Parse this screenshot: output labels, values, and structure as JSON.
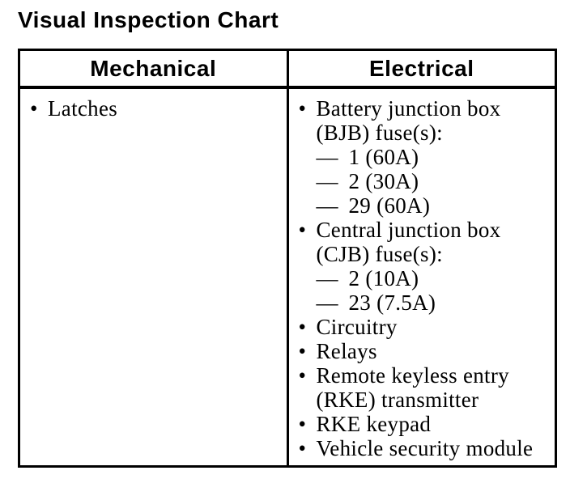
{
  "title": "Visual Inspection Chart",
  "colors": {
    "ink": "#000000",
    "paper": "#ffffff"
  },
  "table": {
    "columns": [
      {
        "header": "Mechanical",
        "items": [
          {
            "marker": "•",
            "type": "bullet",
            "text": "Latches"
          }
        ]
      },
      {
        "header": "Electrical",
        "items": [
          {
            "marker": "•",
            "type": "bullet",
            "text": "Battery junction box (BJB) fuse(s):"
          },
          {
            "marker": "—",
            "type": "dash",
            "text": "1 (60A)"
          },
          {
            "marker": "—",
            "type": "dash",
            "text": "2 (30A)"
          },
          {
            "marker": "—",
            "type": "dash",
            "text": "29 (60A)"
          },
          {
            "marker": "•",
            "type": "bullet",
            "text": "Central junction box (CJB) fuse(s):"
          },
          {
            "marker": "—",
            "type": "dash",
            "text": "2 (10A)"
          },
          {
            "marker": "—",
            "type": "dash",
            "text": "23 (7.5A)"
          },
          {
            "marker": "•",
            "type": "bullet",
            "text": "Circuitry"
          },
          {
            "marker": "•",
            "type": "bullet",
            "text": "Relays"
          },
          {
            "marker": "•",
            "type": "bullet",
            "text": "Remote keyless entry (RKE) transmitter"
          },
          {
            "marker": "•",
            "type": "bullet",
            "text": "RKE keypad"
          },
          {
            "marker": "•",
            "type": "bullet",
            "text": "Vehicle security module"
          }
        ]
      }
    ]
  }
}
